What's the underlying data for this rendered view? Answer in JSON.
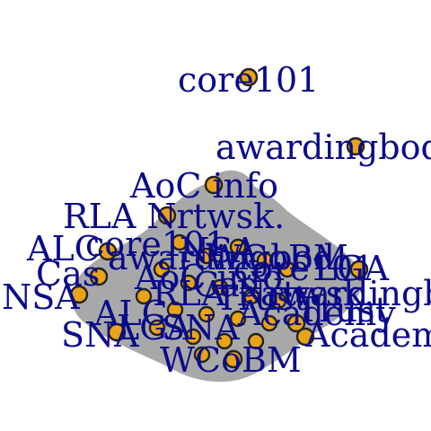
{
  "diagram": {
    "type": "network-graph",
    "colors": {
      "background": "#ffffff",
      "node_fill": "#e8a317",
      "node_stroke": "#222222",
      "label": "#0a0a8c",
      "edges": "#a8a8a8"
    },
    "labeled_nodes": [
      {
        "id": "core101",
        "label": "core101"
      },
      {
        "id": "awardingbod",
        "label": "awardingbod"
      },
      {
        "id": "aoc-info",
        "label": "AoC info"
      },
      {
        "id": "rla-nrtwsk",
        "label": "RLA Nrtwsk."
      },
      {
        "id": "alc",
        "label": "ALC"
      },
      {
        "id": "lga",
        "label": "LGA"
      },
      {
        "id": "nsa",
        "label": "NSA"
      },
      {
        "id": "cas",
        "label": "Cas"
      },
      {
        "id": "trust",
        "label": "Trust"
      },
      {
        "id": "academy",
        "label": "Academy"
      },
      {
        "id": "sna",
        "label": "SNA"
      },
      {
        "id": "wcobm",
        "label": "WCoBM"
      }
    ]
  }
}
